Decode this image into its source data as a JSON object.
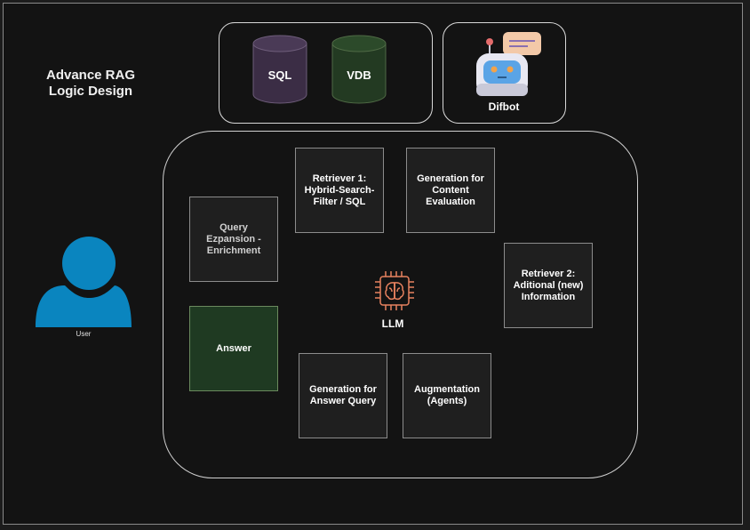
{
  "title": "Advance RAG\nLogic Design",
  "databases": [
    {
      "label": "SQL",
      "color": "#3b2d45"
    },
    {
      "label": "VDB",
      "color": "#233a22"
    }
  ],
  "bot": {
    "label": "Difbot"
  },
  "user": {
    "label": "User",
    "color": "#0a85bf"
  },
  "llm": {
    "label": "LLM",
    "icon": "brain-chip-icon",
    "color": "#e8825f"
  },
  "boxes": {
    "retriever1": "Retriever 1:\nHybrid-Search-\nFilter / SQL",
    "generation_content": "Generation for\nContent\nEvaluation",
    "query_expansion": "Query\nEzpansion -\nEnrichment",
    "retriever2": "Retriever 2:\nAditional (new)\nInformation",
    "answer": "Answer",
    "generation_answer": "Generation for\nAnswer Query",
    "augmentation": "Augmentation\n(Agents)"
  }
}
